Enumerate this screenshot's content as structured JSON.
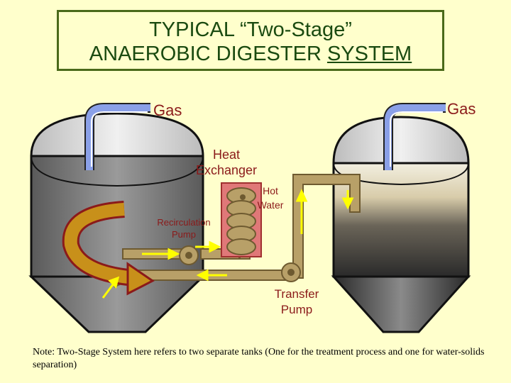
{
  "title": {
    "line1": "TYPICAL “Two-Stage”",
    "line2_prefix": "ANAEROBIC DIGESTER ",
    "line2_underlined": "SYSTEM"
  },
  "labels": {
    "gas_left": "Gas",
    "gas_right": "Gas",
    "heat_exchanger": "Heat Exchanger",
    "hot_water": "Hot Water",
    "recirculation_pump": "Recirculation Pump",
    "transfer_pump": "Transfer Pump"
  },
  "note": "Note:  Two-Stage System here refers to two separate tanks (One for the treatment process and one for water-solids separation)",
  "colors": {
    "background": "#ffffcc",
    "title_text": "#1a4a10",
    "title_border": "#4a6a1a",
    "label_text": "#8b1a1a",
    "pipe": "#b8a068",
    "gas_pipe": "#8aa0e8",
    "heat_exchanger": "#e07878",
    "recirc_arrow": "#c8901a",
    "flow_arrow": "#ffff00"
  }
}
